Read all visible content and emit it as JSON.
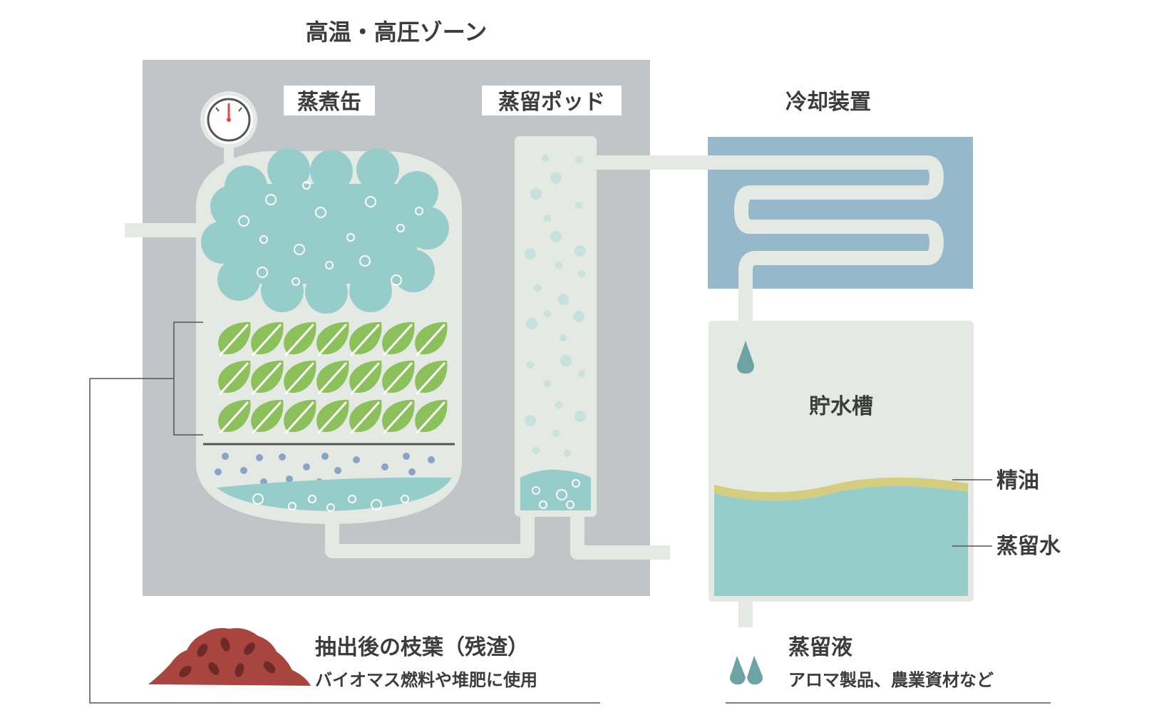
{
  "labels": {
    "zone": "高温・高圧ゾーン",
    "boiler": "蒸煮缶",
    "pot": "蒸留ポッド",
    "cooler": "冷却装置",
    "tank": "貯水槽",
    "oil": "精油",
    "water": "蒸留水",
    "residue_title": "抽出後の枝葉（残渣）",
    "residue_desc": "バイオマス燃料や堆肥に使用",
    "liquid_title": "蒸留液",
    "liquid_desc": "アロマ製品、農業資材など"
  },
  "colors": {
    "zone_bg": "#c2c5c7",
    "vessel": "#e4e9e4",
    "steam": "#96cdcb",
    "leaf": "#8cc05a",
    "cooler": "#96b8cb",
    "oil": "#d5cd7e",
    "residue": "#a8453e",
    "dot": "#8aa3c8",
    "text": "#3c3c3c"
  }
}
